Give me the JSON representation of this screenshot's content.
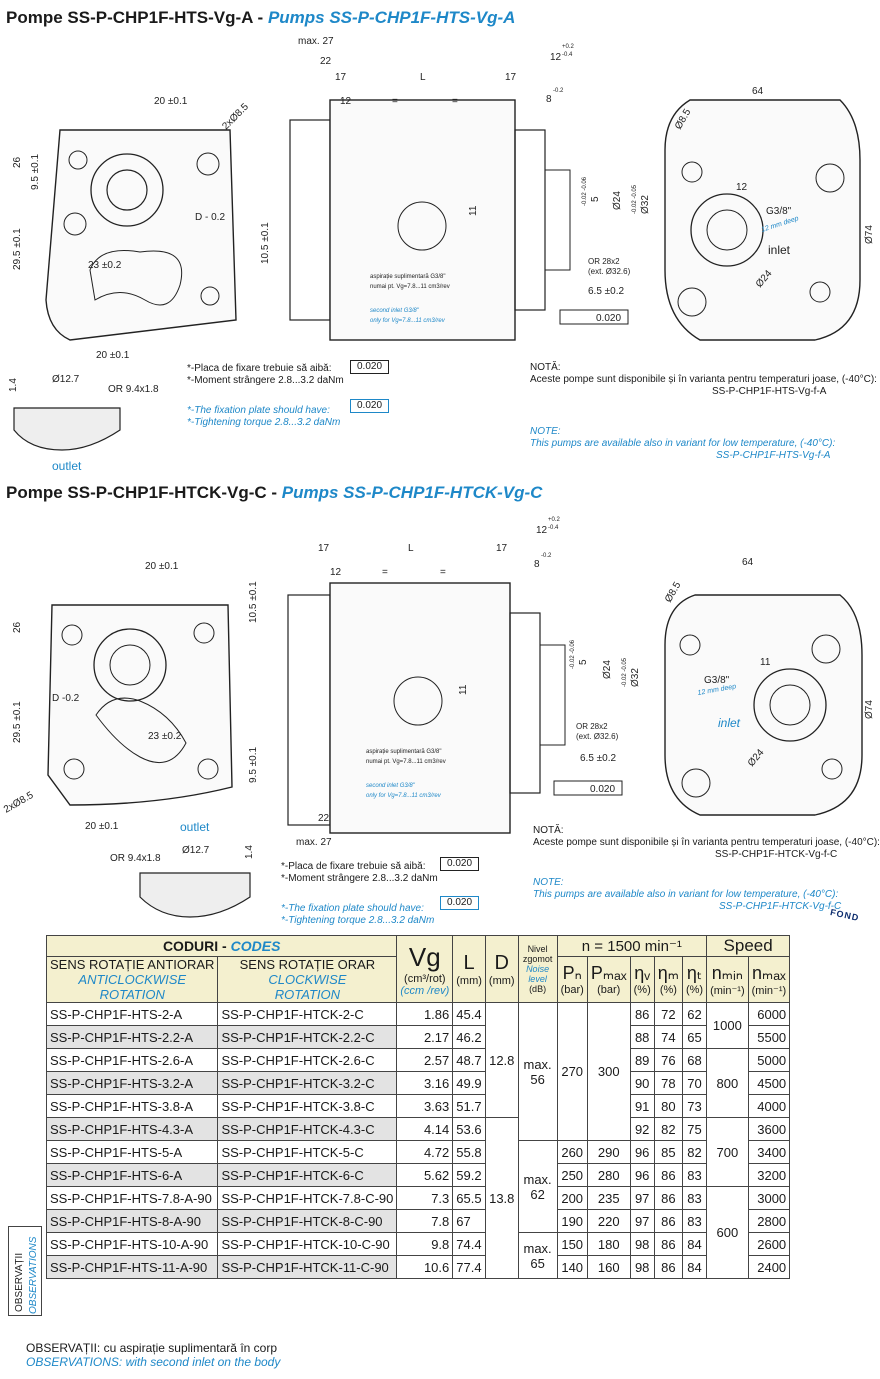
{
  "section_a": {
    "title_ro": "Pompe SS-P-CHP1F-HTS-Vg-A - ",
    "title_en": "Pumps SS-P-CHP1F-HTS-Vg-A",
    "dims": {
      "d20a": "20 ±0.1",
      "d2x85": "2xØ8.5",
      "d26": "26",
      "d95": "9.5 ±0.1",
      "d295": "29.5 ±0.1",
      "d_d02": "D - 0.2",
      "d23": "23 ±0.2",
      "d105": "10.5 ±0.1",
      "d20b": "20 ±0.1",
      "dmax27": "max. 27",
      "d22": "22",
      "d17a": "17",
      "dL": "L",
      "d17b": "17",
      "d12": "12",
      "deq1": "=",
      "deq2": "=",
      "d12tol": "12",
      "d12sup": "+0.2",
      "d12sub": "-0.4",
      "d8": "8",
      "d8sup": "-0.2",
      "d11": "11",
      "d5": "5",
      "d24": "Ø24",
      "d32": "Ø32",
      "d5tol": "-0.02 -0.06",
      "d32tol": "-0.02 -0.05",
      "d_or": "OR 28x2",
      "d_ext": "(ext. Ø32.6)",
      "d65": "6.5 ±0.2",
      "d64": "64",
      "d85": "Ø8.5",
      "d12r": "12",
      "g38": "G3/8\"",
      "deep": "12 mm deep",
      "inlet": "inlet",
      "d24r": "Ø24",
      "d74": "Ø74",
      "d127": "Ø12.7",
      "d14": "1.4",
      "or94": "OR 9.4x1.8",
      "outlet": "outlet",
      "asp1": "aspirație suplimentară G3/8\"",
      "asp2": "numai pt. Vg=7.8...11 cm3/rev",
      "asp3": "second inlet  G3/8\"",
      "asp4": "only for Vg=7.8...11 cm3/rev",
      "flat": "0.020"
    },
    "notes_ro": [
      "*-Placa de fixare trebuie să aibă:",
      "*-Moment strângere  2.8...3.2 daNm"
    ],
    "notes_en": [
      "*-The fixation plate should have:",
      "*-Tightening torque  2.8...3.2 daNm"
    ],
    "flatness": "0.020",
    "nota_ro_title": "NOTĂ:",
    "nota_ro_text": "Aceste pompe sunt disponibile și în varianta pentru temperaturi joase, (-40°C):",
    "nota_ro_code": "SS-P-CHP1F-HTS-Vg-f-A",
    "nota_en_title": "NOTE:",
    "nota_en_text": "This pumps are available also in variant for low temperature, (-40°C):",
    "nota_en_code": "SS-P-CHP1F-HTS-Vg-f-A"
  },
  "section_c": {
    "title_ro": "Pompe SS-P-CHP1F-HTCK-Vg-C - ",
    "title_en": "Pumps SS-P-CHP1F-HTCK-Vg-C",
    "dims": {
      "d20a": "20 ±0.1",
      "d26": "26",
      "d105": "10.5 ±0.1",
      "d_d02": "D -0.2",
      "d295": "29.5 ±0.1",
      "d23": "23 ±0.2",
      "d95": "9.5 ±0.1",
      "d2x85": "2xØ8.5",
      "d20b": "20 ±0.1",
      "outlet": "outlet",
      "d17a": "17",
      "dL": "L",
      "d17b": "17",
      "d12": "12",
      "deq1": "=",
      "deq2": "=",
      "d12tol": "12",
      "d12sup": "+0.2",
      "d12sub": "-0.4",
      "d8": "8",
      "d8sup": "-0.2",
      "d11": "11",
      "d5": "5",
      "d24": "Ø24",
      "d32": "Ø32",
      "d5tol": "-0.02 -0.06",
      "d32tol": "-0.02 -0.05",
      "d_or": "OR 28x2",
      "d_ext": "(ext. Ø32.6)",
      "d65": "6.5 ±0.2",
      "d22": "22",
      "dmax27": "max. 27",
      "d64": "64",
      "d85": "Ø8.5",
      "g38": "G3/8\"",
      "d11r": "11",
      "deep": "12 mm deep",
      "inlet": "inlet",
      "d24r": "Ø24",
      "d74": "Ø74",
      "or94": "OR 9.4x1.8",
      "d127": "Ø12.7",
      "d14": "1.4",
      "asp1": "aspirație suplimentară G3/8\"",
      "asp2": "numai pt. Vg=7.8...11 cm3/rev",
      "asp3": "second inlet  G3/8\"",
      "asp4": "only for Vg=7.8...11 cm3/rev",
      "flat": "0.020"
    },
    "notes_ro": [
      "*-Placa de fixare trebuie să aibă:",
      "*-Moment strângere  2.8...3.2 daNm"
    ],
    "notes_en": [
      "*-The fixation plate should have:",
      "*-Tightening torque  2.8...3.2 daNm"
    ],
    "flatness": "0.020",
    "nota_ro_title": "NOTĂ:",
    "nota_ro_text": "Aceste pompe sunt disponibile și în varianta pentru temperaturi joase, (-40°C):",
    "nota_ro_code": "SS-P-CHP1F-HTCK-Vg-f-C",
    "nota_en_title": "NOTE:",
    "nota_en_text": "This pumps are available also in variant for low temperature, (-40°C):",
    "nota_en_code": "SS-P-CHP1F-HTCK-Vg-f-C"
  },
  "logo_text": "FOND",
  "table": {
    "codes_ro": "CODURI",
    "codes_en": "CODES",
    "acw_ro": "SENS ROTAȚIE ANTIORAR",
    "acw_en1": "ANTICLOCKWISE",
    "acw_en2": "ROTATION",
    "cw_ro": "SENS ROTAȚIE ORAR",
    "cw_en1": "CLOCKWISE",
    "cw_en2": "ROTATION",
    "vg": "Vg",
    "vg_unit": "(cm³/rot)",
    "vg_unit_en": "(ccm /rev)",
    "l": "L",
    "d": "D",
    "mm": "(mm)",
    "noise_ro": "Nivel zgomot",
    "noise_en": "Noise level",
    "noise_unit": "(dB)",
    "n_header": "n = 1500 min⁻¹",
    "pn": "Pₙ",
    "pmax": "Pₘₐₓ",
    "etav": "ηᵥ",
    "etam": "ηₘ",
    "etat": "ηₜ",
    "bar": "(bar)",
    "pct": "(%)",
    "speed": "Speed",
    "nmin": "nₘᵢₙ",
    "nmax": "nₘₐₓ",
    "minu": "(min⁻¹)",
    "rows": [
      {
        "acw": "SS-P-CHP1F-HTS-2-A",
        "cw": "SS-P-CHP1F-HTCK-2-C",
        "vg": "1.86",
        "l": "45.4",
        "ev": "86",
        "em": "72",
        "et": "62",
        "nmax": "6000"
      },
      {
        "acw": "SS-P-CHP1F-HTS-2.2-A",
        "cw": "SS-P-CHP1F-HTCK-2.2-C",
        "vg": "2.17",
        "l": "46.2",
        "ev": "88",
        "em": "74",
        "et": "65",
        "nmax": "5500"
      },
      {
        "acw": "SS-P-CHP1F-HTS-2.6-A",
        "cw": "SS-P-CHP1F-HTCK-2.6-C",
        "vg": "2.57",
        "l": "48.7",
        "ev": "89",
        "em": "76",
        "et": "68",
        "nmax": "5000"
      },
      {
        "acw": "SS-P-CHP1F-HTS-3.2-A",
        "cw": "SS-P-CHP1F-HTCK-3.2-C",
        "vg": "3.16",
        "l": "49.9",
        "ev": "90",
        "em": "78",
        "et": "70",
        "nmax": "4500"
      },
      {
        "acw": "SS-P-CHP1F-HTS-3.8-A",
        "cw": "SS-P-CHP1F-HTCK-3.8-C",
        "vg": "3.63",
        "l": "51.7",
        "ev": "91",
        "em": "80",
        "et": "73",
        "nmax": "4000"
      },
      {
        "acw": "SS-P-CHP1F-HTS-4.3-A",
        "cw": "SS-P-CHP1F-HTCK-4.3-C",
        "vg": "4.14",
        "l": "53.6",
        "ev": "92",
        "em": "82",
        "et": "75",
        "nmax": "3600"
      },
      {
        "acw": "SS-P-CHP1F-HTS-5-A",
        "cw": "SS-P-CHP1F-HTCK-5-C",
        "vg": "4.72",
        "l": "55.8",
        "pn": "260",
        "pmax": "290",
        "ev": "96",
        "em": "85",
        "et": "82",
        "nmax": "3400"
      },
      {
        "acw": "SS-P-CHP1F-HTS-6-A",
        "cw": "SS-P-CHP1F-HTCK-6-C",
        "vg": "5.62",
        "l": "59.2",
        "pn": "250",
        "pmax": "280",
        "ev": "96",
        "em": "86",
        "et": "83",
        "nmax": "3200"
      },
      {
        "acw": "SS-P-CHP1F-HTS-7.8-A-90",
        "cw": "SS-P-CHP1F-HTCK-7.8-C-90",
        "vg": "7.3",
        "l": "65.5",
        "pn": "200",
        "pmax": "235",
        "ev": "97",
        "em": "86",
        "et": "83",
        "nmax": "3000"
      },
      {
        "acw": "SS-P-CHP1F-HTS-8-A-90",
        "cw": "SS-P-CHP1F-HTCK-8-C-90",
        "vg": "7.8",
        "l": "67",
        "pn": "190",
        "pmax": "220",
        "ev": "97",
        "em": "86",
        "et": "83",
        "nmax": "2800"
      },
      {
        "acw": "SS-P-CHP1F-HTS-10-A-90",
        "cw": "SS-P-CHP1F-HTCK-10-C-90",
        "vg": "9.8",
        "l": "74.4",
        "pn": "150",
        "pmax": "180",
        "ev": "98",
        "em": "86",
        "et": "84",
        "nmax": "2600"
      },
      {
        "acw": "SS-P-CHP1F-HTS-11-A-90",
        "cw": "SS-P-CHP1F-HTCK-11-C-90",
        "vg": "10.6",
        "l": "77.4",
        "pn": "140",
        "pmax": "160",
        "ev": "98",
        "em": "86",
        "et": "84",
        "nmax": "2400"
      }
    ],
    "merged": {
      "d_1": "12.8",
      "d_2": "13.8",
      "noise_1": "max. 56",
      "noise_2": "max. 62",
      "noise_3": "max. 65",
      "pn_1": "270",
      "pmax_1": "300",
      "nmin_1": "1000",
      "nmin_2": "800",
      "nmin_3": "700",
      "nmin_4": "600"
    }
  },
  "side_label_ro": "OBSERVAȚII",
  "side_label_en": "OBSERVATIONS",
  "footer_ro": "OBSERVAȚII: cu aspirație suplimentară în corp",
  "footer_en": "OBSERVATIONS: with second inlet on the body"
}
